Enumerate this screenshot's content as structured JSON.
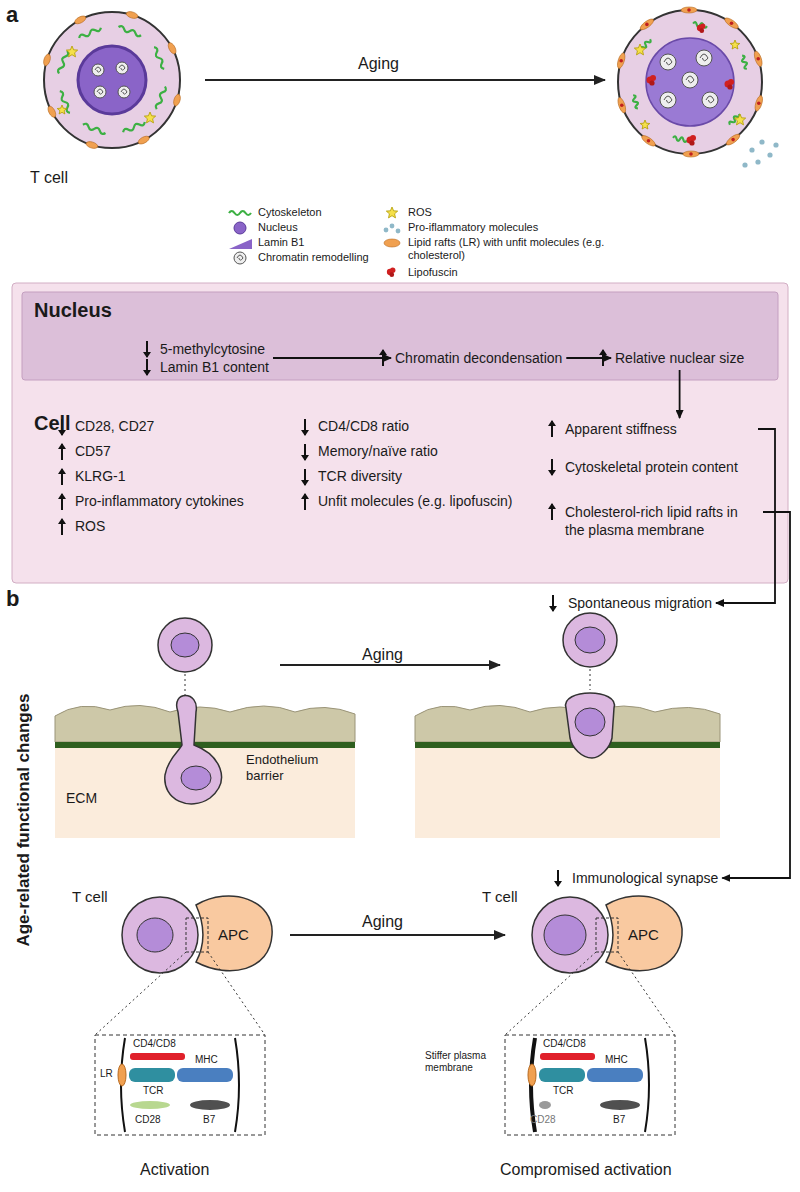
{
  "diagram": {
    "nodes": [
      {
        "text": [
          "Cell"
        ]
      },
      {
        "text": [
          "Nucleus"
        ],
        "in": 0
      },
      {
        "text": [
          "5-methylcytosine",
          "Lamin B1 content"
        ],
        "in": 1
      },
      {
        "text": [
          "Chromatin decondensation"
        ],
        "in": 1
      },
      {
        "text": [
          "Relative nuclear size"
        ],
        "in": 1
      },
      {
        "text": [
          "Apparent stiffness"
        ],
        "in": 0
      },
      {
        "text": [
          "Cytoskeletal protein content"
        ],
        "in": 0
      },
      {
        "text": [
          "Cholesterol-rich lipid rafts in the plasma membrane"
        ],
        "in": 0
      },
      {
        "text": [
          "Spontaneous migration"
        ]
      },
      {
        "text": [
          "Immunological synapse"
        ]
      }
    ],
    "edges": [
      {
        "from": 2,
        "to": 3,
        "arrow": "to"
      },
      {
        "from": 3,
        "to": 4,
        "arrow": "to"
      },
      {
        "from": 4,
        "to": 5,
        "arrow": "to"
      },
      {
        "from": 5,
        "to": 8,
        "arrow": "to"
      },
      {
        "from": 7,
        "to": 9,
        "arrow": "to"
      }
    ],
    "labels": [
      "a",
      "T cell",
      "Aging",
      "CD28, CD27",
      "CD57",
      "KLRG-1",
      "Pro-inflammatory cytokines",
      "ROS",
      "CD4/CD8 ratio",
      "Memory/naïve ratio",
      "TCR diversity",
      "Unfit molecules (e.g. lipofuscin)",
      "b",
      "Age-related functional changes",
      "Aging",
      "Endothelium barrier",
      "ECM",
      "T cell",
      "APC",
      "Aging",
      "T cell",
      "APC",
      "CD4/CD8",
      "LR",
      "TCR",
      "MHC",
      "CD28",
      "B7",
      "Activation",
      "Stiffer plasma membrane",
      "CD4/CD8",
      "TCR",
      "MHC",
      "CD28",
      "B7",
      "Compromised activation"
    ],
    "legend": [
      {
        "text": "Cytoskeleton"
      },
      {
        "text": "Nucleus"
      },
      {
        "text": "Lamin B1"
      },
      {
        "text": "Chromatin remodelling"
      },
      {
        "text": "ROS"
      },
      {
        "text": "Pro-iflammatory molecules"
      },
      {
        "text": "Lipid rafts (LR) with unfit molecules (e.g. cholesterol)"
      },
      {
        "text": "Lipofuscin"
      }
    ]
  }
}
